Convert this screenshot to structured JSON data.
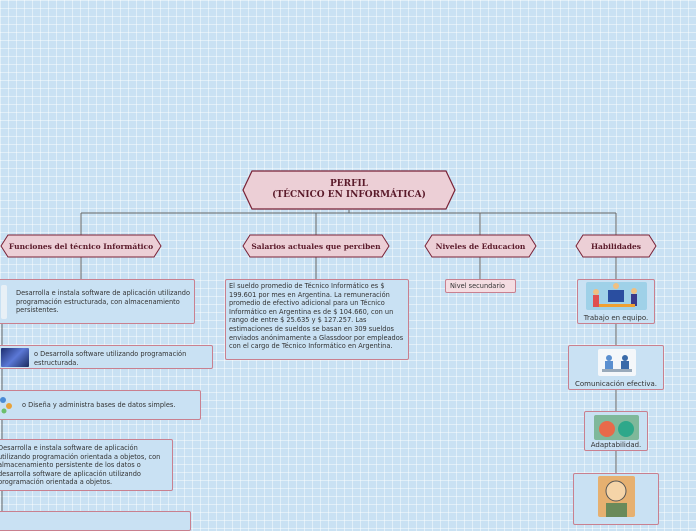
{
  "root": {
    "line1": "PERFIL",
    "line2": "(TÉCNICO EN INFORMÁTICA)"
  },
  "categories": [
    "Funciones del técnico Informático",
    "Salarios actuales que perciben",
    "Niveles de Educacion",
    "Habilidades"
  ],
  "funciones": [
    "Desarrolla e instala software de aplicación utilizando programación estructurada, con almacenamiento persistentes.",
    "o Desarrolla software utilizando programación estructurada.",
    "o Diseña y administra bases de datos simples.",
    "Desarrolla e instala software de aplicación utilizando programación orientada a objetos, con almacenamiento persistente de los datos o desarrolla software de aplicación utilizando programación orientada a objetos."
  ],
  "salario": "El sueldo promedio de Técnico Informático es $ 199.601 por mes en Argentina. La remuneración promedio de efectivo adicional para un Técnico Informático en Argentina es de $ 104.660, con un rango de entre $ 25.635 y $ 127.257. Las estimaciones de sueldos se basan en 309 sueldos enviados anónimamente a Glassdoor por empleados con el cargo de Técnico Informático en Argentina.",
  "educacion": "Nivel secundario",
  "habilidades": [
    "Trabajo en equipo.",
    "Comunicación efectiva.",
    "Adaptabilidad."
  ],
  "colors": {
    "node_fill": "#eccfd6",
    "node_border": "#7a2236",
    "card_border": "#c9808f",
    "background": "#c9e1f3"
  }
}
